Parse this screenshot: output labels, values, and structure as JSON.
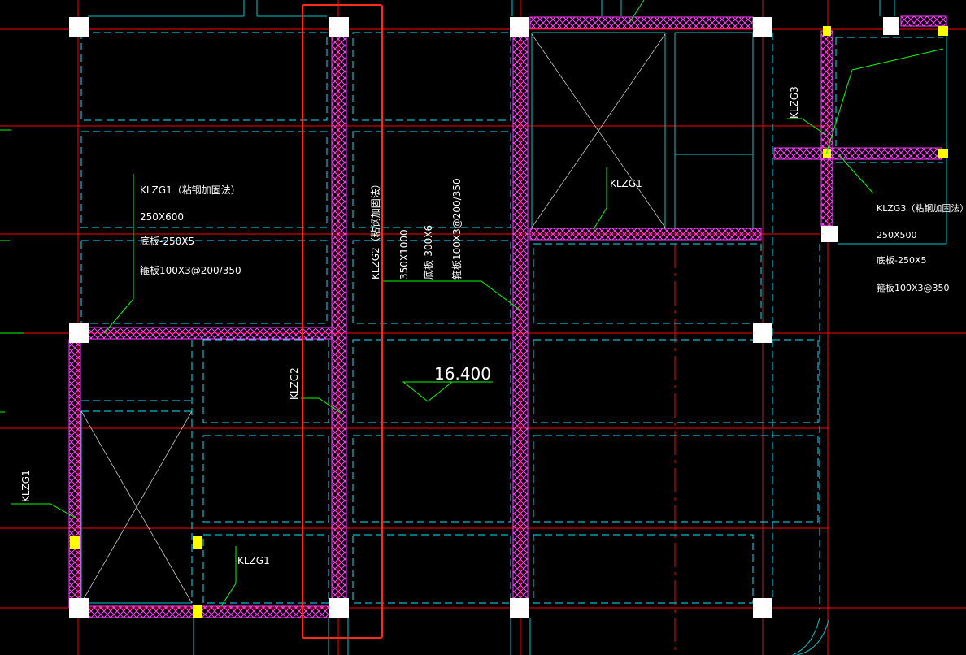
{
  "drawing": {
    "elevation": "16.400",
    "colors": {
      "background": "#000000",
      "axis_line": "#ff0000",
      "dashed_line": "#00e5ff",
      "solid_line": "#00c8c8",
      "beam_fill": "#ff40ff",
      "column": "#ffffff",
      "plate": "#ffff00",
      "leader": "#00ff00",
      "highlight": "#ff2a1a",
      "diagonal": "#c8c8c8"
    }
  },
  "labels": {
    "klzg1_main": {
      "name": "KLZG1（粘钢加固法）",
      "size": "250X600",
      "bottom": "底板-250X5",
      "hoop": "箍板100X3@200/350"
    },
    "klzg2_main": {
      "name": "KLZG2（粘钢加固法）",
      "size": "350X1000",
      "bottom": "底板-300X6",
      "hoop": "箍板100X3@200/350"
    },
    "klzg3_main": {
      "name": "KLZG3（粘钢加固法）",
      "size": "250X500",
      "bottom": "底板-250X5",
      "hoop": "箍板100X3@350"
    },
    "tag_klzg1_upper": "KLZG1",
    "tag_klzg1_left": "KLZG1",
    "tag_klzg1_lower": "KLZG1",
    "tag_klzg2": "KLZG2",
    "tag_klzg3": "KLZG3"
  }
}
